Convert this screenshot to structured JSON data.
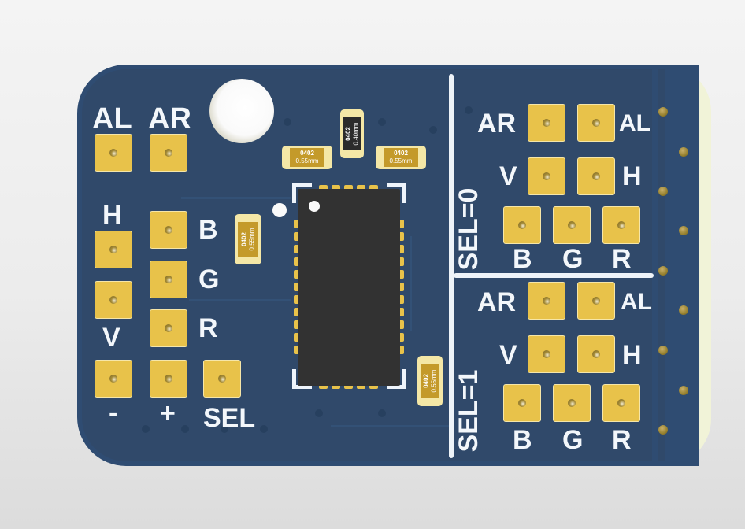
{
  "board": {
    "colors": {
      "solder_mask": "#30496a",
      "pad_gold": "#e8c24a",
      "silkscreen": "#f3f7fb",
      "ic_body": "#323232",
      "background": "#ececec"
    },
    "left_header": {
      "top_labels": [
        "AL",
        "AR"
      ],
      "side_labels_left": [
        "H",
        "V"
      ],
      "side_labels_right": [
        "B",
        "G",
        "R"
      ],
      "bottom_labels": [
        "-",
        "+",
        "SEL"
      ]
    },
    "sel0_block": {
      "title": "SEL=0",
      "row1": {
        "left": "AR",
        "right": "AL"
      },
      "row2": {
        "left": "V",
        "right": "H"
      },
      "bottom": [
        "B",
        "G",
        "R"
      ]
    },
    "sel1_block": {
      "title": "SEL=1",
      "row1": {
        "left": "AR",
        "right": "AL"
      },
      "row2": {
        "left": "V",
        "right": "H"
      },
      "bottom": [
        "B",
        "G",
        "R"
      ]
    },
    "components": [
      {
        "ref": "cap-top-left",
        "size": "0402",
        "height": "0.55mm"
      },
      {
        "ref": "cap-top-center",
        "size": "0402",
        "height": "0.40mm"
      },
      {
        "ref": "cap-top-right",
        "size": "0402",
        "height": "0.55mm"
      },
      {
        "ref": "cap-left-vertical",
        "size": "0402",
        "height": "0.55mm"
      },
      {
        "ref": "cap-right-vertical",
        "size": "0402",
        "height": "0.55mm"
      }
    ]
  }
}
